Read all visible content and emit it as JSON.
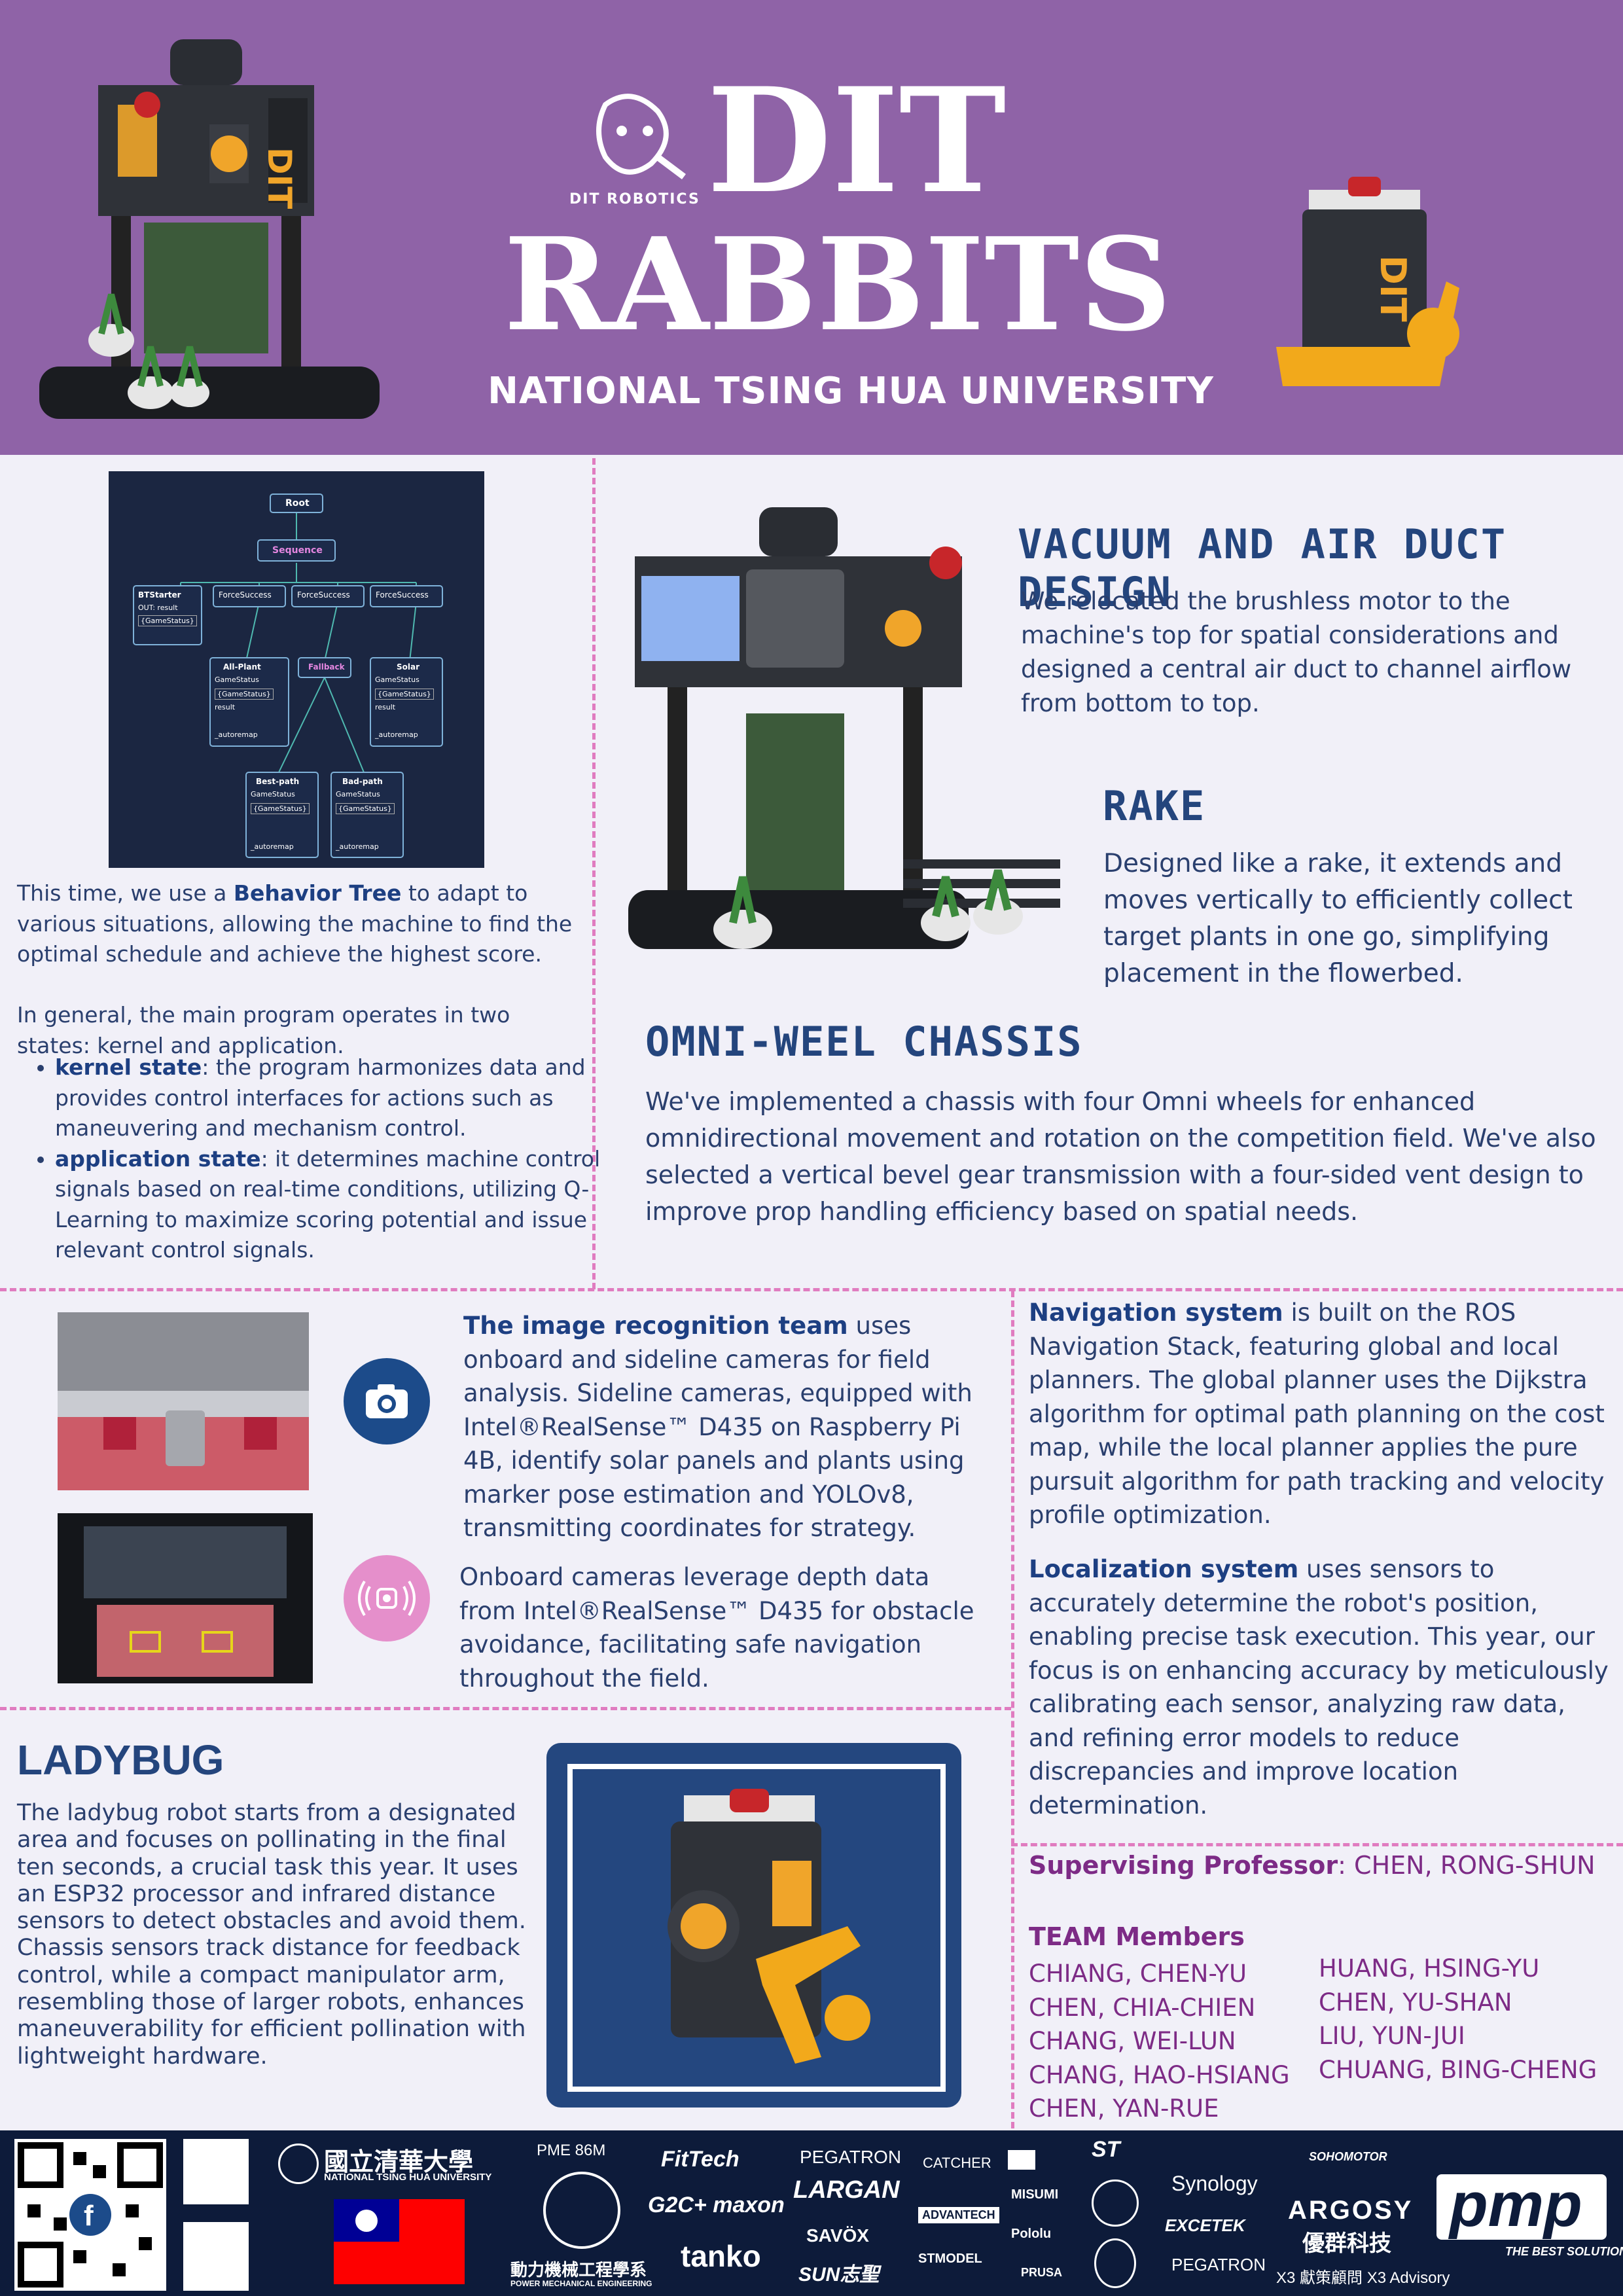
{
  "header": {
    "brand_small": "DIT ROBOTICS",
    "title_line1": "DIT",
    "title_line2": "RABBITS",
    "university": "NATIONAL TSING HUA UNIVERSITY",
    "robot_side_text": "DIT"
  },
  "behavior_tree": {
    "root": "Root",
    "sequence": "Sequence",
    "bt_starter": "BTStarter",
    "force_success": "ForceSuccess",
    "all_plant": "All-Plant",
    "fallback": "Fallback",
    "solar": "Solar",
    "best_path": "Best-path",
    "bad_path": "Bad-path",
    "game_status": "GameStatus",
    "game_status_braced": "{GameStatus}",
    "result": "result",
    "out_result": "OUT: result",
    "autoremap": "_autoremap"
  },
  "software": {
    "intro_before": "This time, we use a ",
    "intro_bold": "Behavior Tree",
    "intro_after": " to adapt to various situations, allowing the machine to find the optimal schedule and achieve the highest score.",
    "states_intro": "In general, the main program operates in two states: kernel and application.",
    "kernel_bold": "kernel state",
    "kernel_text": ": the program harmonizes data and provides control interfaces for actions such as maneuvering and mechanism control.",
    "app_bold": "application state",
    "app_text": ": it determines machine control signals based on real-time conditions, utilizing Q-Learning to maximize scoring potential and issue relevant control signals."
  },
  "mechanism": {
    "vacuum_title": "VACUUM AND AIR DUCT DESIGN",
    "vacuum_text": "We relocated the brushless motor to the machine's top for spatial considerations and designed a central air duct to channel airflow from bottom to top.",
    "rake_title": "RAKE",
    "rake_text": "Designed like a rake, it extends and moves vertically to efficiently collect target plants in one go, simplifying placement in the flowerbed.",
    "chassis_title": "OMNI-WEEL CHASSIS",
    "chassis_text": "We've implemented a chassis with four Omni wheels for enhanced omnidirectional movement and rotation on the competition field. We've also selected a vertical bevel gear transmission with a four-sided vent design to improve prop handling efficiency based on spatial needs."
  },
  "vision": {
    "image_bold": "The image recognition team",
    "image_text": " uses onboard and sideline cameras for field analysis. Sideline cameras, equipped with Intel®RealSense™ D435 on Raspberry Pi 4B, identify solar panels and plants using marker pose estimation and YOLOv8, transmitting coordinates for strategy.",
    "onboard_text": "Onboard cameras leverage depth data from Intel®RealSense™ D435 for obstacle avoidance, facilitating safe navigation throughout the field."
  },
  "navigation": {
    "nav_bold": "Navigation system",
    "nav_text": " is built on the ROS Navigation Stack, featuring global and local planners. The global planner uses the Dijkstra algorithm for optimal path planning on the cost map, while the local planner applies the pure pursuit algorithm for path tracking and velocity profile optimization.",
    "loc_bold": "Localization system",
    "loc_text": " uses sensors to accurately determine the robot's position, enabling precise task execution. This year, our focus is on enhancing accuracy by meticulously calibrating each sensor, analyzing raw data, and refining error models to reduce discrepancies and improve location determination."
  },
  "ladybug": {
    "title": "LADYBUG",
    "text": "The ladybug robot starts from a designated area and focuses on pollinating in the final ten seconds, a crucial task this year. It uses an ESP32 processor and infrared distance sensors to detect obstacles and avoid them. Chassis sensors track distance for feedback control, while a compact manipulator arm, resembling those of larger robots, enhances maneuverability for efficient pollination with lightweight hardware."
  },
  "team": {
    "professor_label": "Supervising Professor",
    "professor_name": ": CHEN, RONG-SHUN",
    "members_label": "TEAM Members",
    "col1": [
      "CHIANG, CHEN-YU",
      "CHEN, CHIA-CHIEN",
      "CHANG, WEI-LUN",
      "CHANG, HAO-HSIANG",
      "CHEN, YAN-RUE"
    ],
    "col2": [
      "HUANG, HSING-YU",
      "CHEN, YU-SHAN",
      "LIU, YUN-JUI",
      "CHUANG, BING-CHENG"
    ]
  },
  "sponsors": {
    "nthu_cn": "國立清華大學",
    "nthu_en": "NATIONAL TSING HUA UNIVERSITY",
    "pme": "PME 86M",
    "pme_cn": "動力機械工程學系",
    "pme_en": "POWER MECHANICAL ENGINEERING",
    "fittech": "FitTech",
    "g2c": "G2C+ maxon",
    "tanko": "tanko",
    "pegatron": "PEGATRON",
    "largan": "LARGAN",
    "savox": "SAVÖX",
    "sunsheng": "SUN志聖",
    "catcher": "CATCHER",
    "advantech": "ADVANTECH",
    "stmodel": "STMODEL",
    "misumi": "MISUMI",
    "pololu": "Pololu",
    "prusa": "PRUSA",
    "st": "ST",
    "synology": "Synology",
    "excetek": "EXCETEK",
    "pegatron2": "PEGATRON",
    "soho": "SOHOMOTOR",
    "argosy": "ARGOSY",
    "argosy_cn": "優群科技",
    "x3": "X3 獻策顧問 X3 Advisory",
    "pmp": "pmp",
    "pmp_tag": "THE BEST SOLUTION"
  }
}
